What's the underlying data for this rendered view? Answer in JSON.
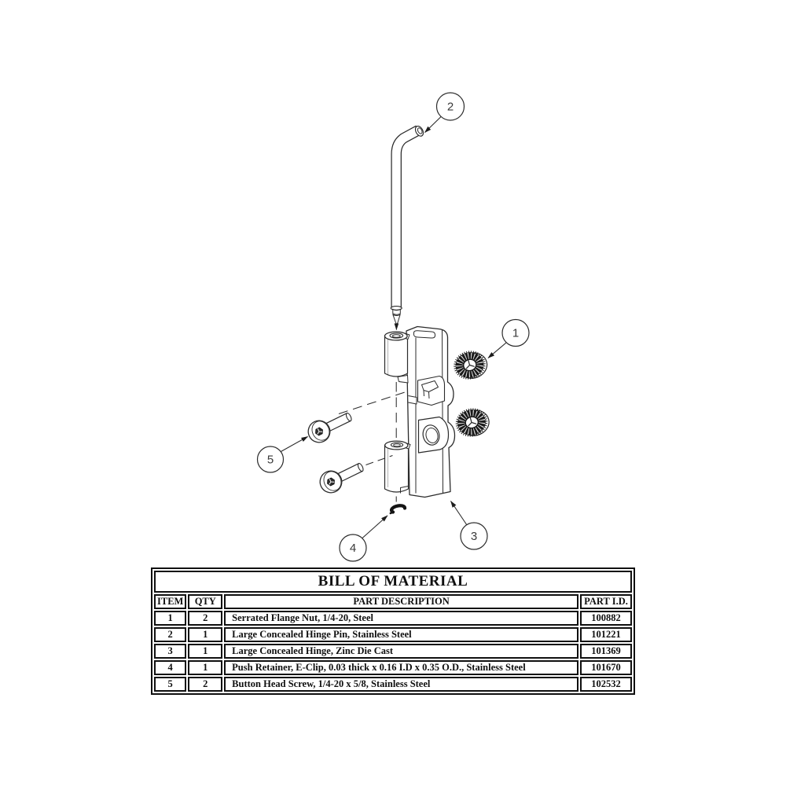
{
  "diagram": {
    "callouts": [
      {
        "number": "1",
        "part": "serrated-flange-nut"
      },
      {
        "number": "2",
        "part": "hinge-pin"
      },
      {
        "number": "3",
        "part": "concealed-hinge-body"
      },
      {
        "number": "4",
        "part": "e-clip-push-retainer"
      },
      {
        "number": "5",
        "part": "button-head-screw"
      }
    ]
  },
  "bom": {
    "title": "BILL OF MATERIAL",
    "headers": {
      "item": "ITEM",
      "qty": "QTY",
      "description": "PART  DESCRIPTION",
      "part_id": "PART I.D."
    },
    "rows": [
      {
        "item": "1",
        "qty": "2",
        "description": "Serrated Flange Nut, 1/4-20, Steel",
        "part_id": "100882"
      },
      {
        "item": "2",
        "qty": "1",
        "description": "Large Concealed Hinge Pin, Stainless Steel",
        "part_id": "101221"
      },
      {
        "item": "3",
        "qty": "1",
        "description": "Large Concealed Hinge, Zinc Die Cast",
        "part_id": "101369"
      },
      {
        "item": "4",
        "qty": "1",
        "description": "Push Retainer, E-Clip, 0.03 thick x 0.16 I.D x 0.35 O.D., Stainless Steel",
        "part_id": "101670"
      },
      {
        "item": "5",
        "qty": "2",
        "description": "Button Head Screw, 1/4-20 x 5/8, Stainless Steel",
        "part_id": "102532"
      }
    ]
  },
  "colors": {
    "line": "#2b2b2b",
    "dark_fill": "#161616",
    "table_ink": "#101010",
    "background": "#ffffff"
  }
}
